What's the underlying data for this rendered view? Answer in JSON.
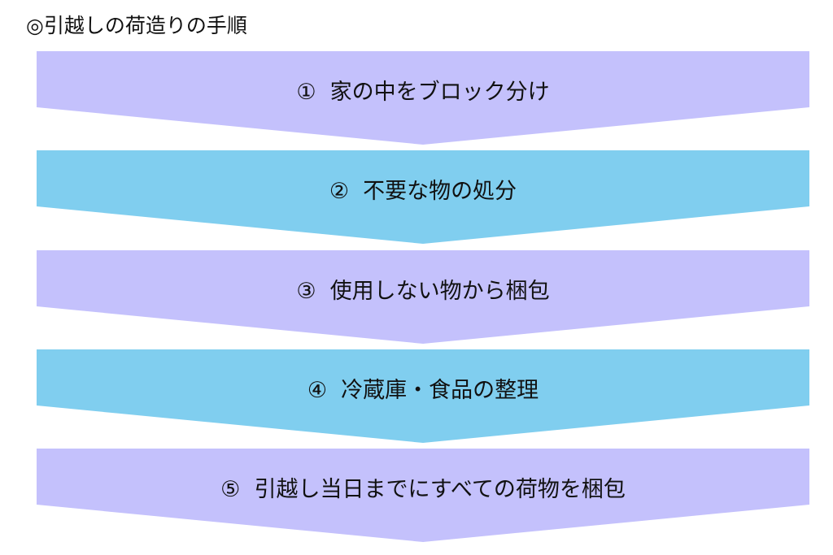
{
  "title": "◎引越しの荷造りの手順",
  "colors": {
    "lavender": "#C4C1FC",
    "blue": "#80CEEF"
  },
  "steps": [
    {
      "label": "①  家の中をブロック分け",
      "color": "lavender"
    },
    {
      "label": "②  不要な物の処分",
      "color": "blue"
    },
    {
      "label": "③  使用しない物から梱包",
      "color": "lavender"
    },
    {
      "label": "④  冷蔵庫・食品の整理",
      "color": "blue"
    },
    {
      "label": "⑤  引越し当日までにすべての荷物を梱包",
      "color": "lavender"
    }
  ]
}
